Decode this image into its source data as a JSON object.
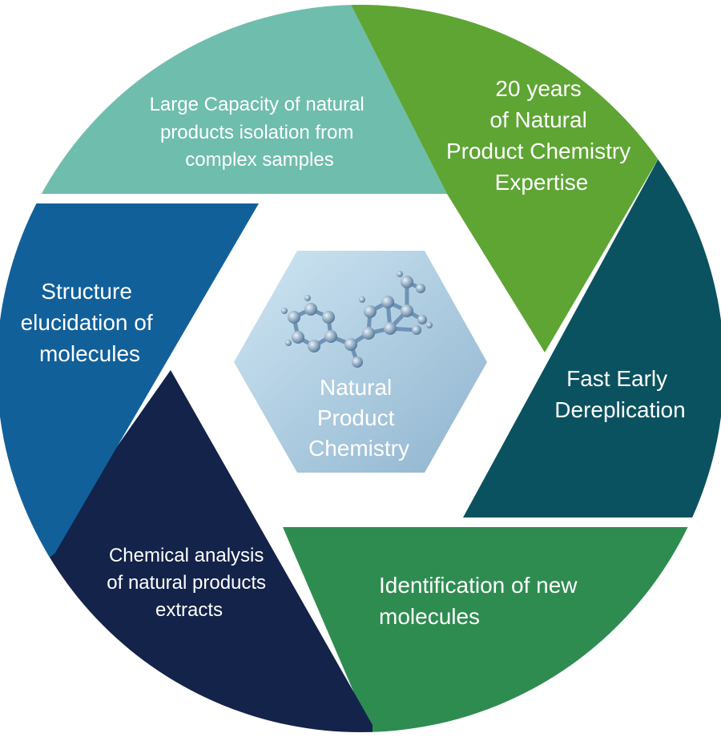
{
  "colors": {
    "teal_light": "#6fbdad",
    "green_bright": "#5ea534",
    "teal_dark": "#0b5260",
    "green_mid": "#2f8c51",
    "navy": "#13234a",
    "blue": "#11609a",
    "center_hex_light": "#cfe6f3",
    "center_hex_dark": "#8fb4cf",
    "molecule": "#6f93b5"
  },
  "segments": [
    {
      "id": "large-capacity",
      "lines": [
        "Large Capacity of natural",
        "products isolation from",
        "complex samples"
      ]
    },
    {
      "id": "expertise",
      "lines": [
        "20 years",
        "of Natural",
        "Product Chemistry",
        "Expertise"
      ]
    },
    {
      "id": "dereplication",
      "lines": [
        "Fast Early",
        "Dereplication"
      ]
    },
    {
      "id": "identification",
      "lines": [
        "Identification of new",
        "molecules"
      ]
    },
    {
      "id": "chemical-analysis",
      "lines": [
        "Chemical analysis",
        "of natural products",
        "extracts"
      ]
    },
    {
      "id": "structure-elucidation",
      "lines": [
        "Structure",
        "elucidation of",
        "molecules"
      ]
    }
  ],
  "center": {
    "lines": [
      "Natural",
      "Product",
      "Chemistry"
    ],
    "icon": "molecule-icon"
  }
}
